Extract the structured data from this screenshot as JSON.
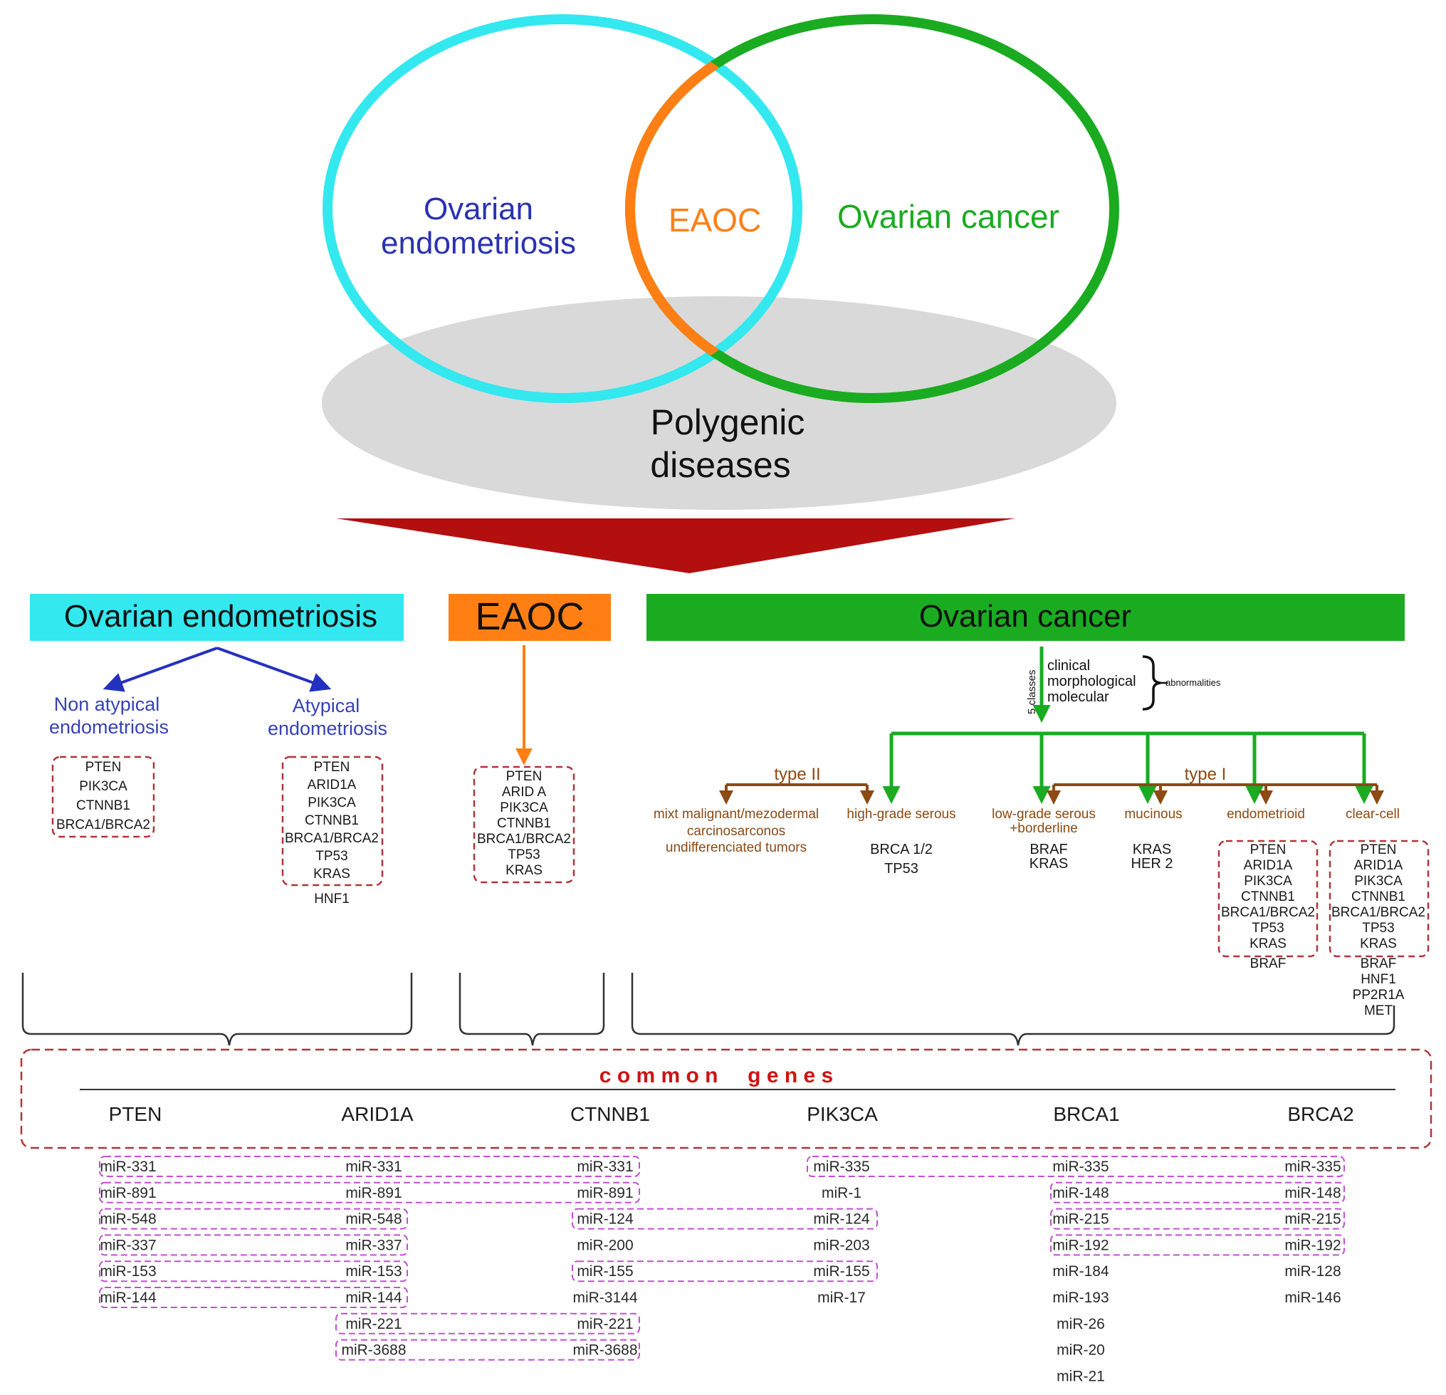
{
  "venn": {
    "endometriosis_label_line1": "Ovarian",
    "endometriosis_label_line2": "endometriosis",
    "eaoc_label": "EAOC",
    "cancer_label": "Ovarian cancer",
    "polygenic_line1": "Polygenic",
    "polygenic_line2": "diseases"
  },
  "headers": {
    "endometriosis": "Ovarian endometriosis",
    "eaoc": "EAOC",
    "cancer": "Ovarian cancer"
  },
  "endometriosis": {
    "non_atypical_line1": "Non atypical",
    "non_atypical_line2": "endometriosis",
    "atypical_line1": "Atypical",
    "atypical_line2": "endometriosis",
    "non_atypical_genes": [
      "PTEN",
      "PIK3CA",
      "CTNNB1",
      "BRCA1/BRCA2"
    ],
    "atypical_genes": [
      "PTEN",
      "ARID1A",
      "PIK3CA",
      "CTNNB1",
      "BRCA1/BRCA2",
      "TP53",
      "KRAS"
    ],
    "atypical_extra": [
      "HNF1"
    ]
  },
  "eaoc": {
    "genes": [
      "PTEN",
      "ARID A",
      "PIK3CA",
      "CTNNB1",
      "BRCA1/BRCA2",
      "TP53",
      "KRAS"
    ]
  },
  "cancer": {
    "classes_label": "5 classes",
    "classification": [
      "clinical",
      "morphological",
      "molecular"
    ],
    "abnormalities": "abnormalities",
    "type2": "type II",
    "type1": "type I",
    "subtypes": {
      "mixt_line1": "mixt malignant/mezodermal",
      "mixt_line2": "carcinosarconos",
      "mixt_line3": "undifferenciated tumors",
      "high_grade": "high-grade serous",
      "low_grade_line1": "low-grade serous",
      "low_grade_line2": "+borderline",
      "mucinous": "mucinous",
      "endometrioid": "endometrioid",
      "clear_cell": "clear-cell"
    },
    "high_grade_genes": [
      "BRCA 1/2",
      "TP53"
    ],
    "low_grade_genes": [
      "BRAF",
      "KRAS"
    ],
    "mucinous_genes": [
      "KRAS",
      "HER 2"
    ],
    "endometrioid_genes": [
      "PTEN",
      "ARID1A",
      "PIK3CA",
      "CTNNB1",
      "BRCA1/BRCA2",
      "TP53",
      "KRAS"
    ],
    "endometrioid_extra": [
      "BRAF"
    ],
    "clear_cell_genes": [
      "PTEN",
      "ARID1A",
      "PIK3CA",
      "CTNNB1",
      "BRCA1/BRCA2",
      "TP53",
      "KRAS"
    ],
    "clear_cell_extra": [
      "BRAF",
      "HNF1",
      "PP2R1A",
      "MET"
    ]
  },
  "common_genes": {
    "title": "c o m m o n     g e n e s",
    "genes": [
      "PTEN",
      "ARID1A",
      "CTNNB1",
      "PIK3CA",
      "BRCA1",
      "BRCA2"
    ],
    "mirnas": [
      [
        "miR-331",
        "miR-891",
        "miR-548",
        "miR-337",
        "miR-153",
        "miR-144"
      ],
      [
        "miR-331",
        "miR-891",
        "miR-548",
        "miR-337",
        "miR-153",
        "miR-144",
        "miR-221",
        "miR-3688"
      ],
      [
        "miR-331",
        "miR-891",
        "miR-124",
        "miR-200",
        "miR-155",
        "miR-3144",
        "miR-221",
        "miR-3688"
      ],
      [
        "miR-335",
        "miR-1",
        "miR-124",
        "miR-203",
        "miR-155",
        "miR-17"
      ],
      [
        "miR-335",
        "miR-148",
        "miR-215",
        "miR-192",
        "miR-184",
        "miR-193",
        "miR-26",
        "miR-20",
        "miR-21"
      ],
      [
        "miR-335",
        "miR-148",
        "miR-215",
        "miR-192",
        "miR-128",
        "miR-146"
      ]
    ]
  },
  "colors": {
    "cyan": "#33e8ef",
    "green": "#1aab21",
    "orange": "#ff7f14",
    "dark_red": "#b30f0f",
    "brown": "#8c4a14",
    "blue_text": "#3742b8",
    "magenta": "#c050d0",
    "dash_red": "#b0353a"
  }
}
